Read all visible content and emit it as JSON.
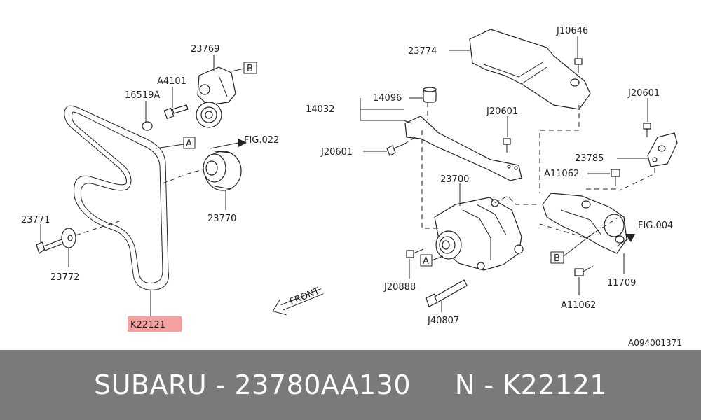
{
  "image_id": "A094001371",
  "footer": {
    "brand": "SUBARU",
    "part_number": "23780AA130",
    "aftermarket_number": "N - K22121"
  },
  "callouts": {
    "c23769": "23769",
    "c4101": "A4101",
    "c16519A": "16519A",
    "c23770": "23770",
    "c23771": "23771",
    "c23772": "23772",
    "cK22121": "K22121",
    "cFIG022": "FIG.022",
    "cFIG004": "FIG.004",
    "c23774": "23774",
    "cJ10646": "J10646",
    "c14032": "14032",
    "c14096": "14096",
    "cJ20601a": "J20601",
    "cJ20601b": "J20601",
    "cJ20601c": "J20601",
    "c23785": "23785",
    "cA11062a": "A11062",
    "cA11062b": "A11062",
    "c23700": "23700",
    "cJ20888": "J20888",
    "cJ40807": "J40807",
    "c11709": "11709",
    "front": "FRONT"
  },
  "ref_markers": {
    "a1": "A",
    "a2": "A",
    "b1": "B",
    "b2": "B"
  },
  "colors": {
    "highlight": "#f4a0a0",
    "footer_bg": "#7a7a7a"
  }
}
